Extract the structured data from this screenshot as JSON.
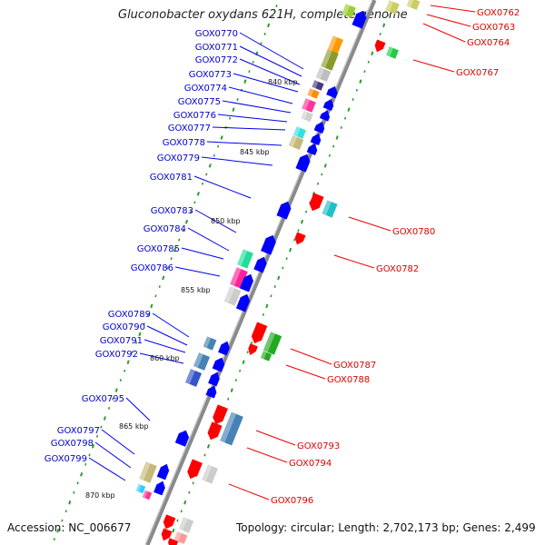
{
  "title": "Gluconobacter oxydans 621H, complete genome",
  "accession": "Accession: NC_006677",
  "topology_info": "Topology: circular; Length: 2,702,173 bp; Genes: 2,499",
  "kbp_markers": [
    "840 kbp",
    "845 kbp",
    "850 kbp",
    "855 kbp",
    "860 kbp",
    "865 kbp",
    "870 kbp"
  ],
  "left_genes": [
    "GOX0770",
    "GOX0771",
    "GOX0772",
    "GOX0773",
    "GOX0774",
    "GOX0775",
    "GOX0776",
    "GOX0777",
    "GOX0778",
    "GOX0779",
    "GOX0781",
    "GOX0783",
    "GOX0784",
    "GOX0785",
    "GOX0786",
    "GOX0789",
    "GOX0790",
    "GOX0791",
    "GOX0792",
    "GOX0795",
    "GOX0797",
    "GOX0798",
    "GOX0799"
  ],
  "right_genes": [
    "GOX0762",
    "GOX0763",
    "GOX0764",
    "GOX0767",
    "GOX0780",
    "GOX0782",
    "GOX0787",
    "GOX0788",
    "GOX0793",
    "GOX0794",
    "GOX0796"
  ],
  "colors": {
    "forward_label": "#0000cc",
    "reverse_label": "#dd0000",
    "forward_gene": "#0000ff",
    "reverse_gene": "#ff0000",
    "backbone": "#888888",
    "tick": "#2a9d2a"
  }
}
